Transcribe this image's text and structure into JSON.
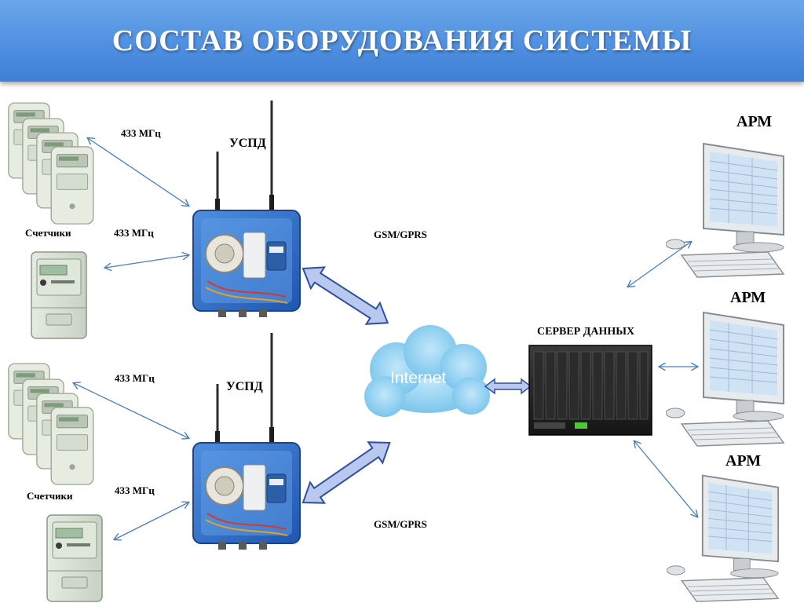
{
  "header": {
    "title": "СОСТАВ ОБОРУДОВАНИЯ СИСТЕМЫ"
  },
  "labels": {
    "freq": "433 МГц",
    "meters": "Счетчики",
    "uspd": "УСПД",
    "gsm": "GSM/GPRS",
    "internet": "Internet",
    "server": "СЕРВЕР ДАННЫХ",
    "arm": "АРМ"
  },
  "colors": {
    "banner": "#4e8ee0",
    "arrow": "#4a7fc1",
    "cloud": "#8fd0f2",
    "uspd_box": "#2e68c4"
  }
}
